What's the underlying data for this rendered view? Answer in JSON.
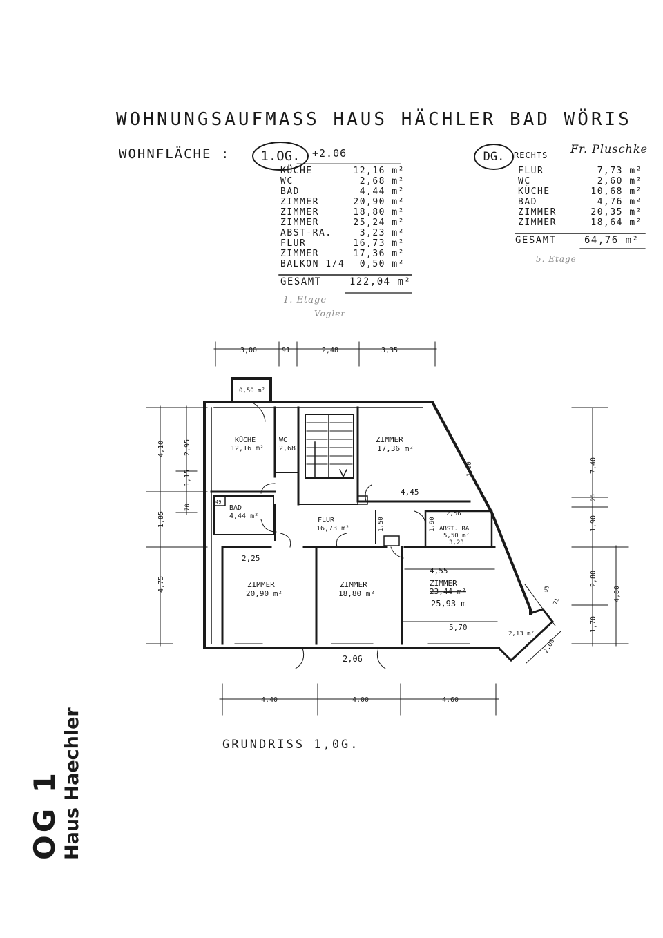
{
  "title": "WOHNUNGSAUFMASS HAUS HÄCHLER BAD WÖRIS",
  "wohnflaeche_label": "WOHNFLÄCHE :",
  "og_label": "1.OG.",
  "og_extra": "+2.06",
  "dg_label": "DG.",
  "dg_extra": "RECHTS",
  "dg_name": "Fr. Pluschke",
  "og_rooms": [
    {
      "name": "KÜCHE",
      "area": "12,16 m²"
    },
    {
      "name": "WC",
      "area": "2,68 m²"
    },
    {
      "name": "BAD",
      "area": "4,44 m²"
    },
    {
      "name": "ZIMMER",
      "area": "20,90 m²"
    },
    {
      "name": "ZIMMER",
      "area": "18,80 m²"
    },
    {
      "name": "ZIMMER",
      "area": "25,24 m²"
    },
    {
      "name": "ABST-RA.",
      "area": "3,23 m²"
    },
    {
      "name": "FLUR",
      "area": "16,73 m²"
    },
    {
      "name": "ZIMMER",
      "area": "17,36 m²"
    },
    {
      "name": "BALKON 1/4",
      "area": "0,50 m²"
    }
  ],
  "og_total_label": "GESAMT",
  "og_total": "122,04 m²",
  "og_note1": "1. Etage",
  "og_note2": "Vogler",
  "dg_rooms": [
    {
      "name": "FLUR",
      "area": "7,73 m²"
    },
    {
      "name": "WC",
      "area": "2,60 m²"
    },
    {
      "name": "KÜCHE",
      "area": "10,68 m²"
    },
    {
      "name": "BAD",
      "area": "4,76 m²"
    },
    {
      "name": "ZIMMER",
      "area": "20,35 m²"
    },
    {
      "name": "ZIMMER",
      "area": "18,64 m²"
    }
  ],
  "dg_total_label": "GESAMT",
  "dg_total": "64,76 m²",
  "dg_note": "5. Etage",
  "plan": {
    "dims_top": [
      "3,00",
      "91",
      "2,48",
      "3,35"
    ],
    "dims_bottom": [
      "4,40",
      "4,00",
      "4,60"
    ],
    "dims_left": [
      "4,10",
      "2,95",
      "1,15",
      "70",
      "1,85",
      "4,75"
    ],
    "dims_right": [
      "7,40",
      "20",
      "1,90",
      "2,80",
      "1,70",
      "4,80"
    ],
    "dims_inner": [
      "4,45",
      "2,56",
      "1,90",
      "1,50",
      "2,25",
      "4,55",
      "5,70",
      "2,06",
      "2,00",
      "95",
      "71",
      "1,90"
    ],
    "rooms": {
      "balkon": "0,50 m²",
      "kueche": "KÜCHE",
      "kueche_area": "12,16 m²",
      "wc": "WC",
      "wc_area": "2,68",
      "zimmer_ne": "ZIMMER",
      "zimmer_ne_area": "17,36 m²",
      "bad": "BAD",
      "bad_area": "4,44 m²",
      "bad_small": "49",
      "flur": "FLUR",
      "flur_area": "16,73 m²",
      "abst": "ABST. RA",
      "abst_area": "5,50 m²",
      "abst_area2": "3,23",
      "zimmer_sw": "ZIMMER",
      "zimmer_sw_area": "20,90 m²",
      "zimmer_s": "ZIMMER",
      "zimmer_s_area": "18,80 m²",
      "zimmer_se": "ZIMMER",
      "zimmer_se_area_struck": "23,44 m²",
      "zimmer_se_area": "25,93 m",
      "erker_area": "2,13 m²"
    }
  },
  "footer_caption": "GRUNDRISS  1,0G.",
  "side_line1": "OG 1",
  "side_line2": "Haus Haechler"
}
